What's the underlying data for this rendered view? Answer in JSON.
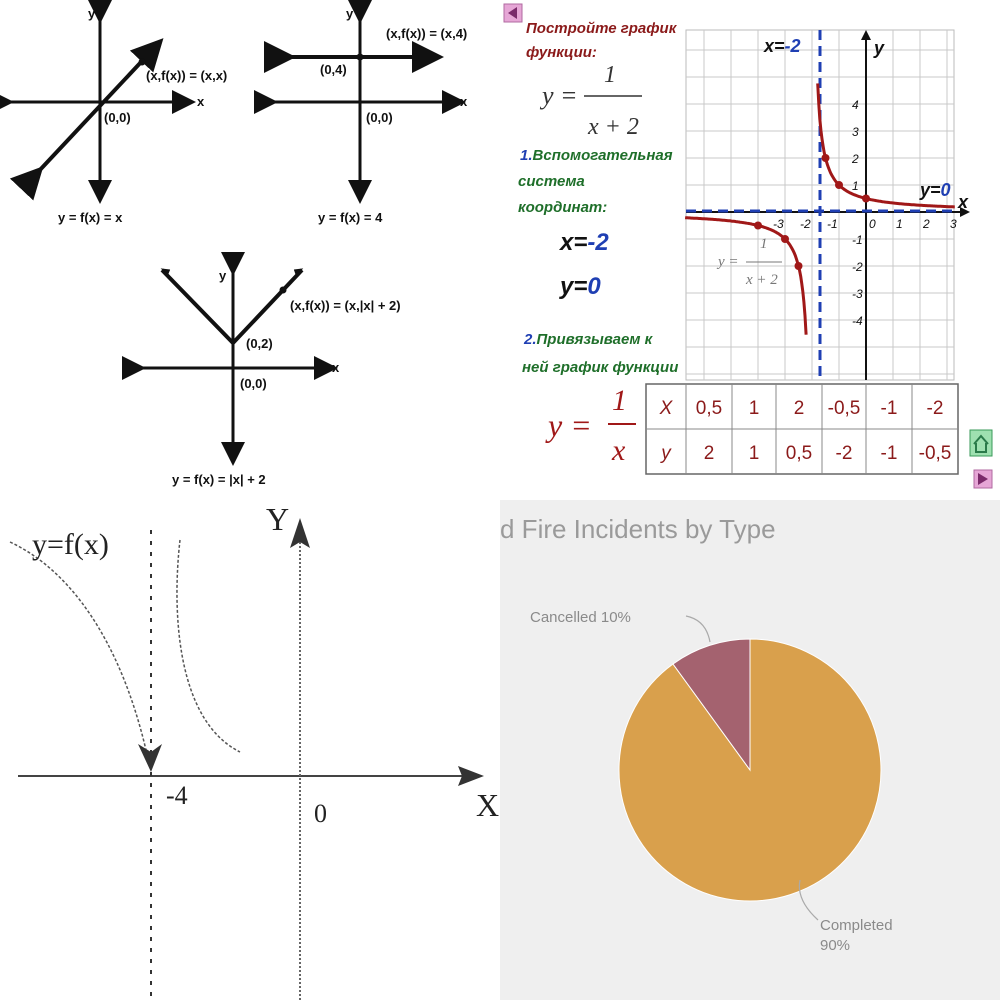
{
  "q1": {
    "g1": {
      "caption": "y = f(x) = x",
      "point": "(x,f(x)) = (x,x)",
      "origin": "(0,0)",
      "xlab": "x",
      "ylab": "y"
    },
    "g2": {
      "caption": "y = f(x) = 4",
      "point": "(x,f(x)) = (x,4)",
      "intercept": "(0,4)",
      "origin": "(0,0)",
      "xlab": "x",
      "ylab": "y"
    },
    "g3": {
      "caption": "y = f(x) = |x| + 2",
      "point": "(x,f(x)) = (x,|x| + 2)",
      "intercept": "(0,2)",
      "origin": "(0,0)",
      "xlab": "x",
      "ylab": "y"
    }
  },
  "q2": {
    "title_line1": "Постройте график",
    "title_line2": "функции:",
    "fn_lhs": "y =",
    "fn_num": "1",
    "fn_den": "x + 2",
    "step1_num": "1.",
    "step1_text": [
      "Вспомогательная",
      "система",
      "координат:"
    ],
    "asym_x_lhs": "x=",
    "asym_x_val": "-2",
    "asym_y_lhs": "y=",
    "asym_y_val": "0",
    "step2_num": "2.",
    "step2_text": [
      "Привязываем к",
      "ней график функции"
    ],
    "graph": {
      "asym_x_label_lhs": "x=",
      "asym_x_label_val": "-2",
      "asym_y_label_lhs": "y=",
      "asym_y_label_val": "0",
      "xlab": "x",
      "ylab": "y",
      "xticks": [
        "-3",
        "-2",
        "-1",
        "0",
        "1",
        "2",
        "3"
      ],
      "yticks": [
        "4",
        "3",
        "2",
        "1",
        "-1",
        "-2",
        "-3",
        "-4"
      ],
      "inset_lhs": "y =",
      "inset_num": "1",
      "inset_den": "x + 2"
    },
    "base_fn": {
      "lhs": "y =",
      "num": "1",
      "den": "x"
    },
    "table": {
      "row_x_label": "X",
      "row_x": [
        "0,5",
        "1",
        "2",
        "-0,5",
        "-1",
        "-2"
      ],
      "row_y_label": "y",
      "row_y": [
        "2",
        "1",
        "0,5",
        "-2",
        "-1",
        "-0,5"
      ]
    }
  },
  "q3": {
    "fn_label": "y=f(x)",
    "xlab": "X",
    "ylab": "Y",
    "tick": "-4",
    "origin": "0"
  },
  "chart_data": {
    "type": "pie",
    "title": "d Fire Incidents by Type",
    "categories": [
      "Completed",
      "Cancelled"
    ],
    "values": [
      90,
      10
    ],
    "labels": [
      "Completed 90%",
      "Cancelled 10%"
    ],
    "colors": [
      "#d9a04c",
      "#a4626f"
    ],
    "start_angle_deg": 0,
    "direction": "counterclockwise"
  }
}
